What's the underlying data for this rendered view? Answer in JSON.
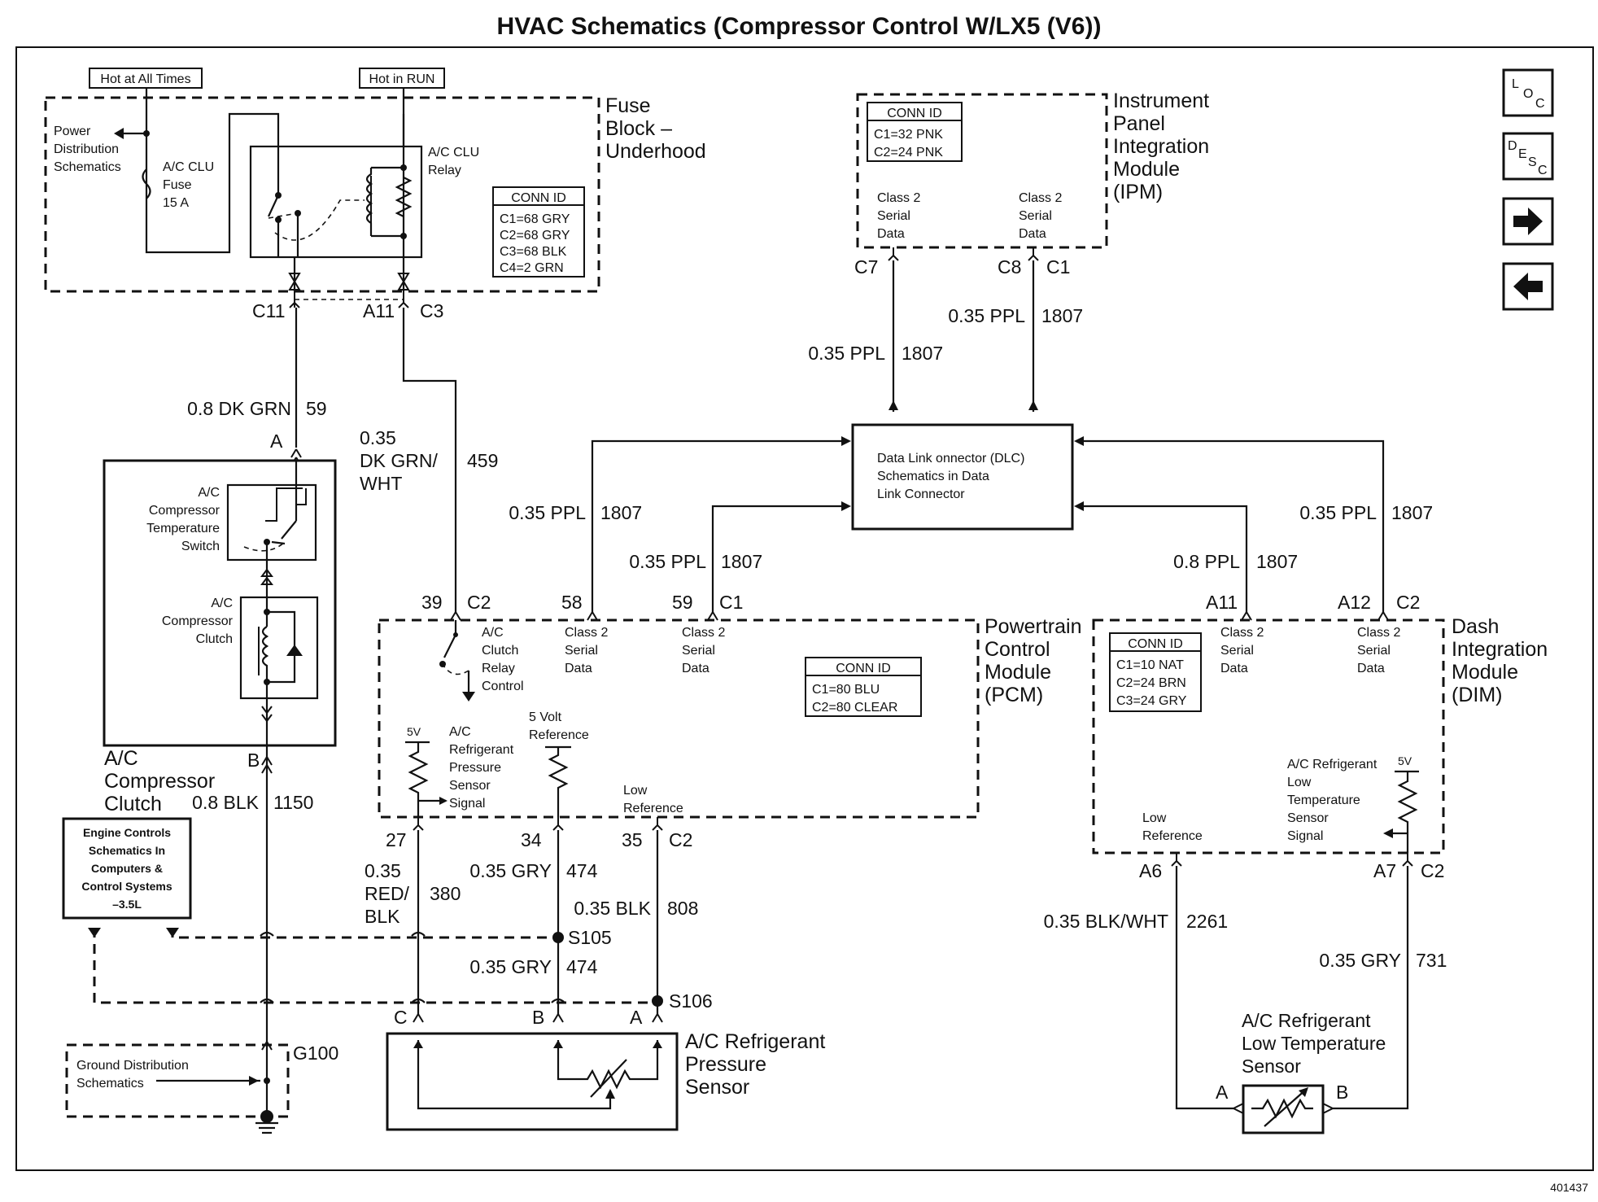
{
  "title": "HVAC Schematics (Compressor Control W/LX5 (V6))",
  "image_number": "401437",
  "nav": {
    "loc": {
      "l1": "L",
      "l2": "O",
      "l3": "C"
    },
    "desc": {
      "l1": "D",
      "l2": "E",
      "l3": "S",
      "l4": "C"
    },
    "next_icon": "arrow-right-icon",
    "prev_icon": "arrow-left-icon"
  },
  "power": {
    "hot_all": "Hot at All Times",
    "hot_run": "Hot in RUN"
  },
  "fuse_block": {
    "name": [
      "Fuse",
      "Block –",
      "Underhood"
    ],
    "power_dist": [
      "Power",
      "Distribution",
      "Schematics"
    ],
    "fuse": [
      "A/C CLU",
      "Fuse",
      "15 A"
    ],
    "relay": [
      "A/C CLU",
      "Relay"
    ],
    "conn_id": {
      "title": "CONN ID",
      "items": [
        "C1=68 GRY",
        "C2=68 GRY",
        "C3=68 BLK",
        "C4=2 GRN"
      ]
    },
    "pins": {
      "c11": "C11",
      "a11": "A11",
      "c3": "C3"
    }
  },
  "ipm": {
    "name": [
      "Instrument",
      "Panel",
      "Integration",
      "Module",
      "(IPM)"
    ],
    "conn_id": {
      "title": "CONN ID",
      "items": [
        "C1=32 PNK",
        "C2=24 PNK"
      ]
    },
    "serial_a": [
      "Class 2",
      "Serial",
      "Data"
    ],
    "serial_b": [
      "Class 2",
      "Serial",
      "Data"
    ],
    "pins": {
      "c7": "C7",
      "c8": "C8",
      "c1": "C1"
    }
  },
  "dlc": {
    "text": [
      "Data Link  onnector (DLC)",
      "Schematics in Data",
      "Link Connector"
    ]
  },
  "compressor": {
    "name": [
      "A/C",
      "Compressor",
      "Clutch"
    ],
    "switch": [
      "A/C",
      "Compressor",
      "Temperature",
      "Switch"
    ],
    "clutch": [
      "A/C",
      "Compressor",
      "Clutch"
    ],
    "pin_a": "A",
    "pin_b": "B"
  },
  "pcm": {
    "name": [
      "Powertrain",
      "Control",
      "Module",
      "(PCM)"
    ],
    "relay_ctrl": [
      "A/C",
      "Clutch",
      "Relay",
      "Control"
    ],
    "serial_a": [
      "Class 2",
      "Serial",
      "Data"
    ],
    "serial_b": [
      "Class 2",
      "Serial",
      "Data"
    ],
    "conn_id": {
      "title": "CONN ID",
      "items": [
        "C1=80 BLU",
        "C2=80 CLEAR"
      ]
    },
    "five_v": "5V",
    "pressure_sig": [
      "A/C",
      "Refrigerant",
      "Pressure",
      "Sensor",
      "Signal"
    ],
    "ref": [
      "5 Volt",
      "Reference"
    ],
    "low_ref": [
      "Low",
      "Reference"
    ],
    "pins": {
      "p39": "39",
      "c2a": "C2",
      "p58": "58",
      "p59": "59",
      "c1": "C1",
      "p27": "27",
      "p34": "34",
      "p35": "35",
      "c2b": "C2"
    }
  },
  "dim": {
    "name": [
      "Dash",
      "Integration",
      "Module",
      "(DIM)"
    ],
    "conn_id": {
      "title": "CONN ID",
      "items": [
        "C1=10 NAT",
        "C2=24 BRN",
        "C3=24 GRY"
      ]
    },
    "serial_a": [
      "Class 2",
      "Serial",
      "Data"
    ],
    "serial_b": [
      "Class 2",
      "Serial",
      "Data"
    ],
    "temp_sig": [
      "A/C Refrigerant",
      "Low",
      "Temperature",
      "Sensor",
      "Signal"
    ],
    "five_v": "5V",
    "low_ref": [
      "Low",
      "Reference"
    ],
    "pins": {
      "a11": "A11",
      "a12": "A12",
      "c2": "C2",
      "a6": "A6",
      "a7": "A7",
      "c2b": "C2"
    }
  },
  "engine_controls": [
    "Engine Controls",
    "Schematics In",
    "Computers &",
    "Control Systems",
    "–3.5L"
  ],
  "ground": {
    "text": [
      "Ground Distribution",
      "Schematics"
    ],
    "g100": "G100"
  },
  "pressure_sensor": {
    "name": [
      "A/C Refrigerant",
      "Pressure",
      "Sensor"
    ],
    "pin_c": "C",
    "pin_b": "B",
    "pin_a": "A"
  },
  "temp_sensor": {
    "name": [
      "A/C Refrigerant",
      "Low Temperature",
      "Sensor"
    ],
    "pin_a": "A",
    "pin_b": "B"
  },
  "splices": {
    "s105": "S105",
    "s106": "S106"
  },
  "wires": {
    "w59": {
      "color": "0.8 DK GRN",
      "circuit": "59"
    },
    "w459": {
      "color": [
        "0.35",
        "DK GRN/",
        "WHT"
      ],
      "circuit": "459"
    },
    "w1150": {
      "color": "0.8 BLK",
      "circuit": "1150"
    },
    "ipm_c7": {
      "color": "0.35 PPL",
      "circuit": "1807"
    },
    "ipm_c8": {
      "color": "0.35 PPL",
      "circuit": "1807"
    },
    "pcm58": {
      "color": "0.35 PPL",
      "circuit": "1807"
    },
    "pcm59": {
      "color": "0.35 PPL",
      "circuit": "1807"
    },
    "dim_a11": {
      "color": "0.8 PPL",
      "circuit": "1807"
    },
    "dim_a12": {
      "color": "0.35 PPL",
      "circuit": "1807"
    },
    "w380": {
      "color": [
        "0.35",
        "RED/",
        "BLK"
      ],
      "circuit": "380"
    },
    "w474a": {
      "color": "0.35 GRY",
      "circuit": "474"
    },
    "w808": {
      "color": "0.35 BLK",
      "circuit": "808"
    },
    "w474b": {
      "color": "0.35 GRY",
      "circuit": "474"
    },
    "w2261": {
      "color": "0.35 BLK/WHT",
      "circuit": "2261"
    },
    "w731": {
      "color": "0.35 GRY",
      "circuit": "731"
    }
  }
}
